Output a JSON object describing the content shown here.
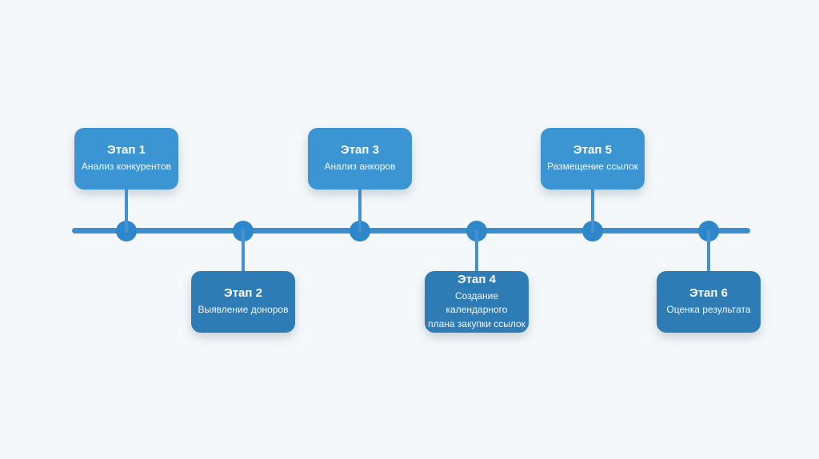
{
  "diagram": {
    "type": "timeline",
    "language": "ru",
    "colors": {
      "background": "#f5f8fa",
      "axis_line": "#3c8fce",
      "node": "#2e87cb",
      "connector": "#4392d4",
      "box_top_row": "#3a95d2",
      "box_bottom_row": "#2e7cb5",
      "text": "#ffffff"
    },
    "stages": [
      {
        "title": "Этап 1",
        "subtitle": "Анализ конкурентов",
        "position": "top"
      },
      {
        "title": "Этап 2",
        "subtitle": "Выявление доноров",
        "position": "bottom"
      },
      {
        "title": "Этап 3",
        "subtitle": "Анализ анкоров",
        "position": "top"
      },
      {
        "title": "Этап 4",
        "subtitle": "Создание календарного\nплана закупки ссылок",
        "position": "bottom"
      },
      {
        "title": "Этап 5",
        "subtitle": "Размещение ссылок",
        "position": "top"
      },
      {
        "title": "Этап 6",
        "subtitle": "Оценка результата",
        "position": "bottom"
      }
    ]
  }
}
